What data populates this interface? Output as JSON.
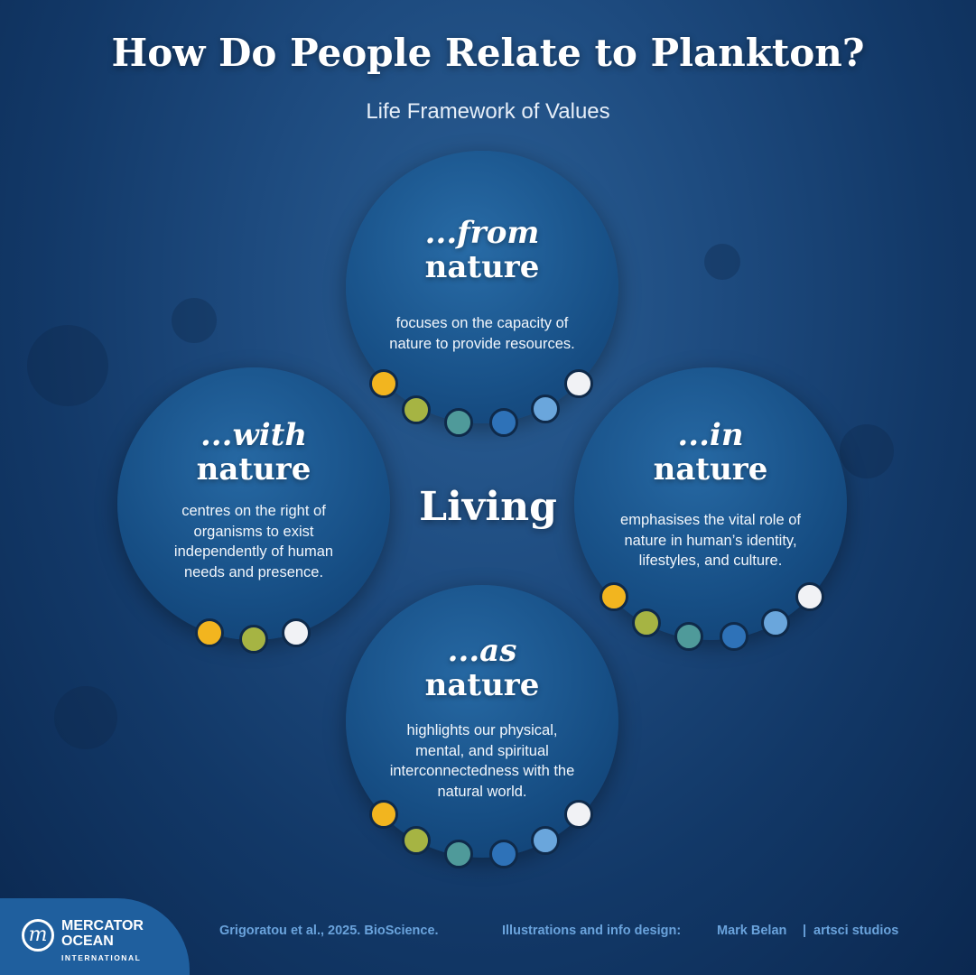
{
  "title": "How Do People Relate to Plankton?",
  "subtitle": "Life Framework of Values",
  "center_word": "Living",
  "circles": [
    {
      "id": "from",
      "prefix": "...from",
      "word": "nature",
      "description": "focuses on the capacity of nature to provide resources."
    },
    {
      "id": "with",
      "prefix": "...with",
      "word": "nature",
      "description": "centres on the right of organisms to exist independently of human needs and presence."
    },
    {
      "id": "in",
      "prefix": "...in",
      "word": "nature",
      "description": "emphasises the vital role of nature in human’s identity, lifestyles, and culture."
    },
    {
      "id": "as",
      "prefix": "...as",
      "word": "nature",
      "description": "highlights our physical, mental, and spiritual interconnectedness with the natural world."
    }
  ],
  "dot_colors": [
    "#f2b51f",
    "#a6b443",
    "#4f9a9a",
    "#2e72b8",
    "#6aa6dc",
    "#f1f2f5"
  ],
  "footer": {
    "logo_line1": "MERCATOR",
    "logo_line2": "OCEAN",
    "logo_line3": "INTERNATIONAL",
    "logo_mark": "m",
    "citation": "Grigoratou et al., 2025. BioScience.",
    "credit_label": "Illustrations and info design:",
    "credit_name": "Mark Belan",
    "credit_sep": "|",
    "credit_studio": "artsci studios"
  }
}
